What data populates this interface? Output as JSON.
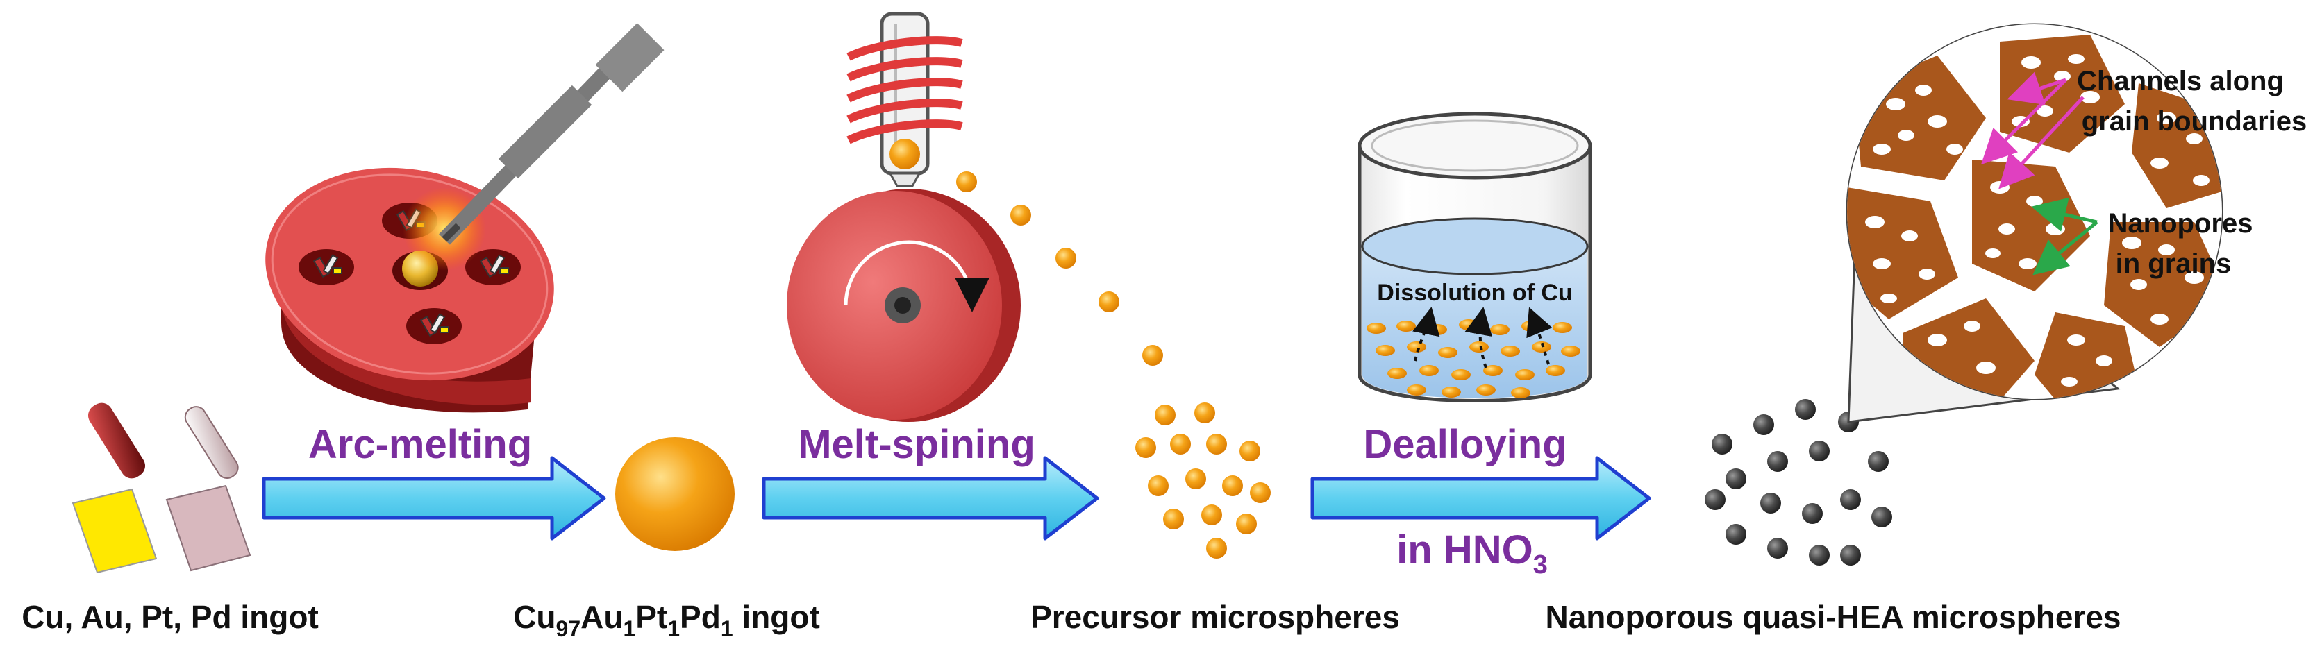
{
  "colors": {
    "step_label": "#7a2e9e",
    "arrow_fill": "#5ed0f0",
    "arrow_stroke": "#1f3fd0",
    "crucible": "#dd4b4b",
    "droplet": "#f5a317",
    "dark_sphere": "#4a4a4a",
    "channel_arrow": "#e040c0",
    "pore_arrow": "#2aa84a",
    "grain_brown": "#a9571c"
  },
  "steps": {
    "arc_melting": "Arc-melting",
    "melt_spinning": "Melt-spining",
    "dealloying": "Dealloying",
    "dealloying_sub_prefix": "in HNO",
    "dealloying_sub_sub": "3"
  },
  "captions": {
    "raw_ingot": "Cu, Au, Pt, Pd ingot",
    "alloy_ingot": {
      "p1": "Cu",
      "s1": "97",
      "p2": "Au",
      "s2": "1",
      "p3": "Pt",
      "s3": "1",
      "p4": "Pd",
      "s4": "1",
      "tail": " ingot"
    },
    "precursor": "Precursor microspheres",
    "product": "Nanoporous quasi-HEA microspheres"
  },
  "annotations": {
    "dissolution": "Dissolution of Cu",
    "channels_line1": "Channels  along",
    "channels_line2": "grain boundaries",
    "nanopores_line1": "Nanopores",
    "nanopores_line2": "in grains"
  }
}
